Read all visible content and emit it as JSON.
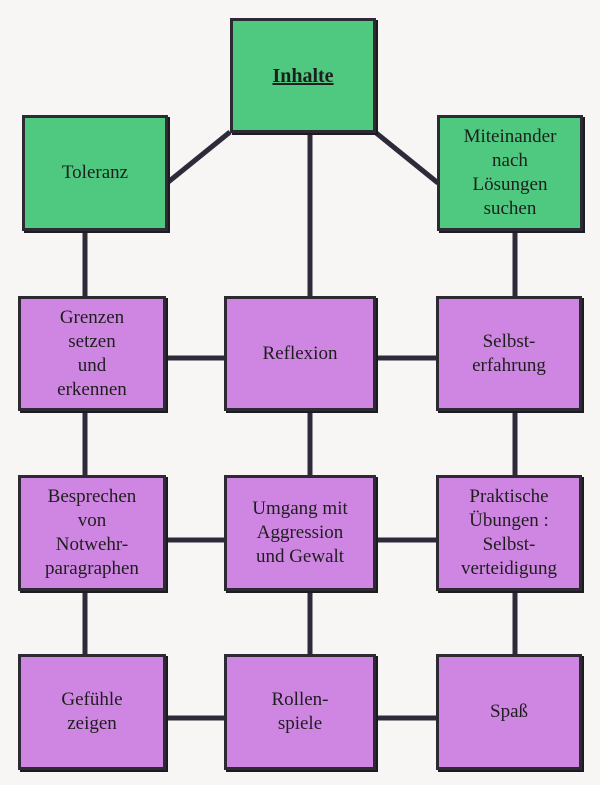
{
  "colors": {
    "top_box": "#4ec97f",
    "content_box": "#cf86e2",
    "connector": "#2f2a3a"
  },
  "boxes": {
    "inhalte": "Inhalte",
    "toleranz": "Toleranz",
    "miteinander": "Miteinander\nnach\nLösungen\nsuchen",
    "grenzen": "Grenzen\nsetzen\nund\nerkennen",
    "reflexion": "Reflexion",
    "selbsterfahrung": "Selbst-\nerfahrung",
    "besprechen": "Besprechen\nvon\nNotwehr-\nparagraphen",
    "umgang": "Umgang mit\nAggression\nund Gewalt",
    "praktische": "Praktische\nÜbungen :\nSelbst-\nverteidigung",
    "gefuehle": "Gefühle\nzeigen",
    "rollenspiele": "Rollen-\nspiele",
    "spass": "Spaß"
  }
}
